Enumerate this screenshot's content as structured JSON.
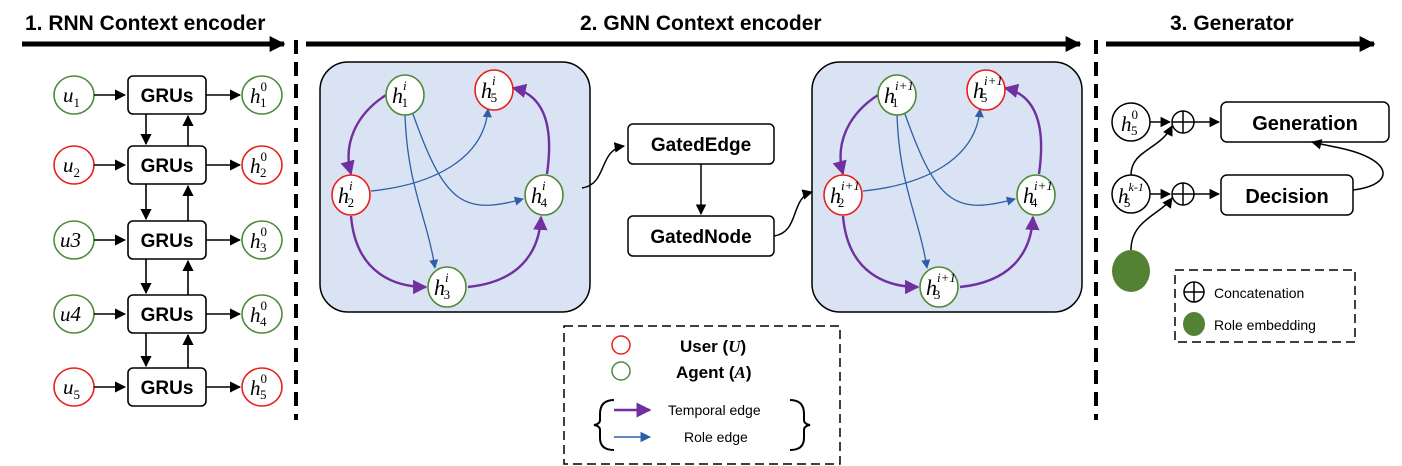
{
  "sections": [
    {
      "title": "1. RNN Context encoder"
    },
    {
      "title": "2. GNN Context encoder"
    },
    {
      "title": "3. Generator"
    }
  ],
  "rnn": {
    "gru_label": "GRUs",
    "rows": [
      {
        "in_base": "u",
        "in_sub": "1",
        "role": "agent",
        "out_sub": "1",
        "out_sup": "0"
      },
      {
        "in_base": "u",
        "in_sub": "2",
        "role": "user",
        "out_sub": "2",
        "out_sup": "0"
      },
      {
        "in_base": "u3",
        "in_sub": "",
        "role": "agent",
        "out_sub": "3",
        "out_sup": "0"
      },
      {
        "in_base": "u4",
        "in_sub": "",
        "role": "agent",
        "out_sub": "4",
        "out_sup": "0"
      },
      {
        "in_base": "u",
        "in_sub": "5",
        "role": "user",
        "out_sub": "5",
        "out_sup": "0"
      }
    ]
  },
  "gnn": {
    "layer_i": {
      "sup": "i",
      "nodes": [
        {
          "sub": "1",
          "role": "agent"
        },
        {
          "sub": "5",
          "role": "user"
        },
        {
          "sub": "2",
          "role": "user"
        },
        {
          "sub": "4",
          "role": "agent"
        },
        {
          "sub": "3",
          "role": "agent"
        }
      ]
    },
    "layer_next": {
      "sup": "i+1",
      "nodes": [
        {
          "sub": "1",
          "role": "agent"
        },
        {
          "sub": "5",
          "role": "user"
        },
        {
          "sub": "2",
          "role": "user"
        },
        {
          "sub": "4",
          "role": "agent"
        },
        {
          "sub": "3",
          "role": "agent"
        }
      ]
    },
    "gated_edge_label": "GatedEdge",
    "gated_node_label": "GatedNode"
  },
  "legend": {
    "user_label": "User (",
    "user_symbol": "U",
    "user_close": ")",
    "agent_label": "Agent (",
    "agent_symbol": "A",
    "agent_close": ")",
    "temporal_edge": "Temporal edge",
    "role_edge": "Role edge"
  },
  "generator": {
    "generation_label": "Generation",
    "decision_label": "Decision",
    "h_top": {
      "sub": "5",
      "sup": "0"
    },
    "h_bottom": {
      "sub": "5",
      "sup": "k-1"
    },
    "concat_label": "Concatenation",
    "role_embedding_label": "Role embedding"
  },
  "colors": {
    "user": "#e8201c",
    "agent": "#4e8a3a",
    "temporal": "#7030a0",
    "role": "#2e5fa6",
    "panel_fill": "#dae3f3",
    "role_embedding": "#548235"
  }
}
